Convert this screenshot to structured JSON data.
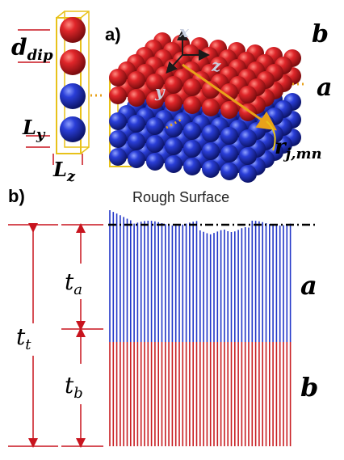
{
  "colors": {
    "layer_a": "#2236c8",
    "layer_b": "#c81e22",
    "outline": "#e8c21a",
    "dim": "#c8141e",
    "axis": "#1a1a1a",
    "axis_label": "#c8d0e0"
  },
  "panel_a": {
    "label": "a)",
    "d_label": "d",
    "d_sub": "dip",
    "ly_label": "L",
    "ly_sub": "y",
    "lz_label": "L",
    "lz_sub": "z",
    "layer_b_label": "b",
    "layer_a_label": "a",
    "axis_x": "x",
    "axis_y": "y",
    "axis_z": "z",
    "r_label": "r",
    "r_sub": "j,mn"
  },
  "panel_b": {
    "label": "b)",
    "surface_label": "Rough Surface",
    "t_a": "t",
    "t_a_sub": "a",
    "t_b": "t",
    "t_b_sub": "b",
    "t_t": "t",
    "t_t_sub": "t",
    "layer_a_label": "a",
    "layer_b_label": "b"
  }
}
